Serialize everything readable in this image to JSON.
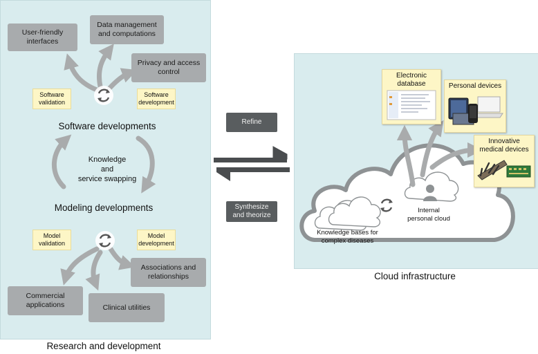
{
  "left": {
    "title": "Research and development",
    "boxes": {
      "user_friendly": "User-friendly\ninterfaces",
      "data_mgmt": "Data management\nand computations",
      "privacy": "Privacy and access\ncontrol",
      "associations": "Associations and\nrelationships",
      "commercial": "Commercial\napplications",
      "clinical": "Clinical utilities"
    },
    "tags": {
      "software_validation": "Software\nvalidation",
      "software_development": "Software\ndevelopment",
      "model_validation": "Model\nvalidation",
      "model_development": "Model\ndevelopment"
    },
    "software_developments": "Software developments",
    "knowledge_swapping": "Knowledge\nand\nservice swapping",
    "modeling_developments": "Modeling developments"
  },
  "middle": {
    "refine": "Refine",
    "synthesize": "Synthesize\nand theorize"
  },
  "right": {
    "title": "Cloud infrastructure",
    "electronic_database": "Electronic\ndatabase",
    "personal_devices": "Personal devices",
    "innovative_devices": "Innovative\nmedical devices",
    "internal_cloud": "Internal\npersonal cloud",
    "knowledge_bases": "Knowledge bases for\ncomplex diseases"
  },
  "colors": {
    "panel": "#d9ecee",
    "gray_box": "#a8abad",
    "tag": "#fdf6c6",
    "arrow": "#a9abac",
    "dark_button": "#595d5f"
  }
}
